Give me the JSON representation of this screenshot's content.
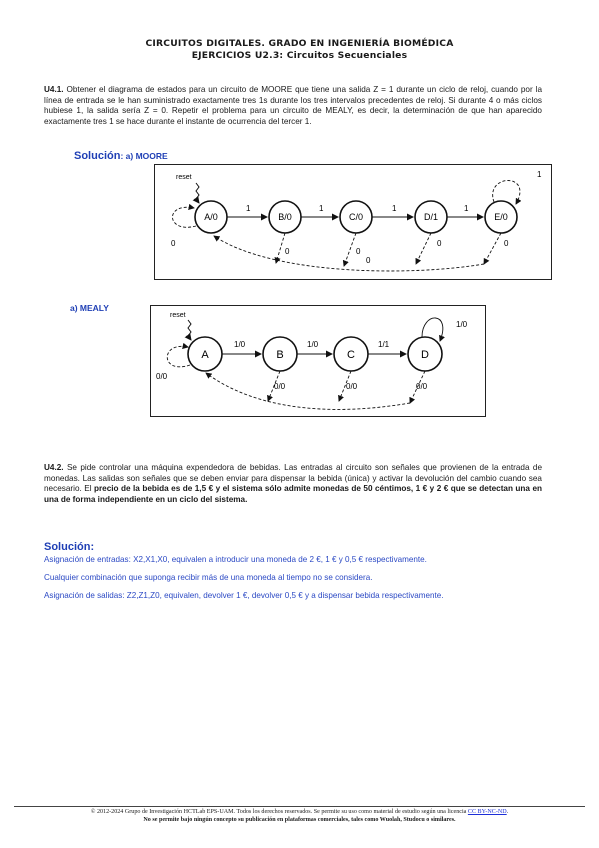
{
  "header": {
    "line1": "CIRCUITOS DIGITALES. GRADO EN INGENIERÍA BIOMÉDICA",
    "line2": "EJERCICIOS U2.3: Circuitos Secuenciales"
  },
  "ex1": {
    "label": "U4.1.",
    "text": " Obtener el diagrama de estados para un circuito de MOORE que tiene una salida Z = 1 durante un ciclo de reloj, cuando por la línea de entrada se le han suministrado exactamente tres 1s durante los tres intervalos precedentes de reloj. Si durante 4 o más ciclos hubiese 1, la salida sería Z = 0. Repetir el problema para un circuito de MEALY, es decir, la determinación de que han aparecido exactamente tres 1 se hace durante el instante de ocurrencia del tercer 1.",
    "solution_label": "Solución",
    "moore_label": ": a) MOORE",
    "mealy_label": "a)  MEALY"
  },
  "moore": {
    "reset": "reset",
    "states": [
      "A/0",
      "B/0",
      "C/0",
      "D/1",
      "E/0"
    ],
    "transitions": [
      "1",
      "1",
      "1",
      "1"
    ],
    "loop_label": "1",
    "zero_labels": [
      "0",
      "0",
      "0",
      "0",
      "0",
      "0"
    ]
  },
  "mealy": {
    "reset": "reset",
    "states": [
      "A",
      "B",
      "C",
      "D"
    ],
    "transitions": [
      "1/0",
      "1/0",
      "1/1"
    ],
    "loop_d": "1/0",
    "loop_a": "0/0",
    "back_labels": [
      "0/0",
      "0/0",
      "0/0"
    ]
  },
  "ex2": {
    "label": "U4.2.",
    "text_normal": " Se pide controlar una máquina expendedora de bebidas. Las entradas al circuito son señales que provienen de la entrada de monedas. Las salidas son señales que se deben enviar para dispensar la bebida (única) y activar la devolución del cambio cuando sea necesario. El ",
    "text_bold": "precio de la bebida es de 1,5 € y el sistema sólo admite monedas de 50 céntimos, 1 € y 2 € que se detectan una en una de forma independiente en un ciclo del sistema.",
    "solution_label": "Solución:",
    "lines": [
      "Asignación de entradas: X2,X1,X0, equivalen a introducir una moneda de 2 €, 1 € y 0,5 € respectivamente.",
      "Cualquier combinación que suponga recibir más de una moneda al tiempo no se considera.",
      "Asignación de salidas: Z2,Z1,Z0, equivalen, devolver 1 €,  devolver 0,5 € y a dispensar bebida respectivamente."
    ]
  },
  "footer": {
    "line1": "© 2012-2024 Grupo de Investigación HCTLab EPS-UAM. Todos los derechos reservados. Se permite su uso como material de estudio según una licencia ",
    "license": "CC BY-NC-ND",
    "line2": "No se permite bajo ningún concepto su publicación en plataformas comerciales, tales como Wuolah, Studocu o similares."
  }
}
